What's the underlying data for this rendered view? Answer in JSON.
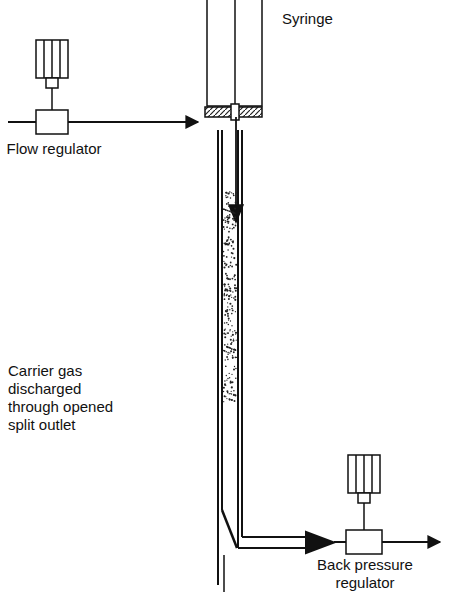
{
  "diagram": {
    "labels": [
      "Syringe",
      "Flow regulator",
      "Carrier gas discharged through opened split outlet",
      "Back pressure regulator"
    ]
  }
}
